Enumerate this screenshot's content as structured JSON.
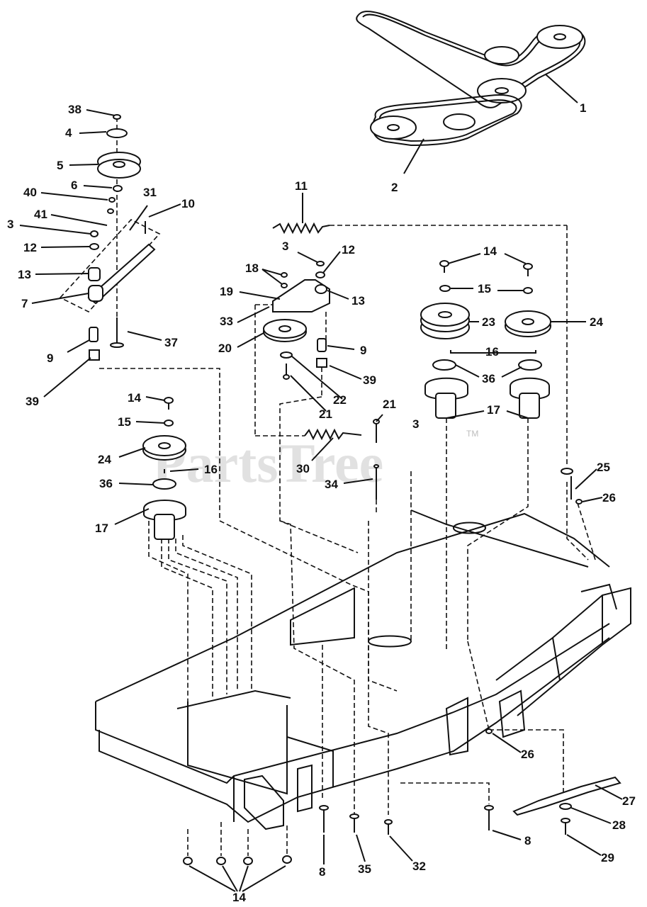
{
  "watermark": {
    "text": "PartsTree",
    "mark": "TM"
  },
  "callouts": {
    "c1": "1",
    "c2": "2",
    "c3a": "3",
    "c3b": "3",
    "c3c": "3",
    "c4": "4",
    "c5": "5",
    "c6": "6",
    "c7": "7",
    "c8a": "8",
    "c8b": "8",
    "c9a": "9",
    "c9b": "9",
    "c10": "10",
    "c11": "11",
    "c12a": "12",
    "c12b": "12",
    "c13a": "13",
    "c13b": "13",
    "c14a": "14",
    "c14b": "14",
    "c14c": "14",
    "c15a": "15",
    "c15b": "15",
    "c16a": "16",
    "c16b": "16",
    "c17a": "17",
    "c17b": "17",
    "c18": "18",
    "c19": "19",
    "c20": "20",
    "c21a": "21",
    "c21b": "21",
    "c22": "22",
    "c23": "23",
    "c24a": "24",
    "c24b": "24",
    "c25": "25",
    "c26a": "26",
    "c26b": "26",
    "c27": "27",
    "c28": "28",
    "c29": "29",
    "c30": "30",
    "c31": "31",
    "c32": "32",
    "c33": "33",
    "c34": "34",
    "c35": "35",
    "c36a": "36",
    "c36b": "36",
    "c37": "37",
    "c38": "38",
    "c39a": "39",
    "c39b": "39",
    "c40": "40",
    "c41": "41"
  }
}
